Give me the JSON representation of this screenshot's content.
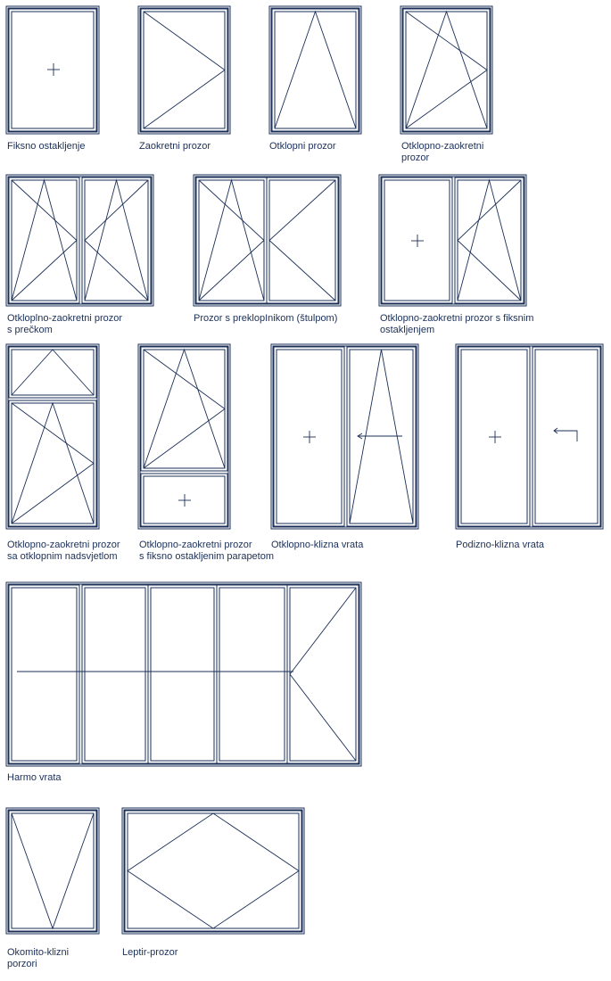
{
  "colors": {
    "line": "#1b2f57",
    "text": "#1b2f57",
    "background": "#ffffff"
  },
  "symbols": [
    {
      "id": "fixed",
      "label_lines": [
        "Fiksno ostakljenje"
      ]
    },
    {
      "id": "turn",
      "label_lines": [
        "Zaokretni prozor"
      ]
    },
    {
      "id": "tilt",
      "label_lines": [
        "Otklopni prozor"
      ]
    },
    {
      "id": "tilt-turn",
      "label_lines": [
        "Otklopno-zaokretni",
        "prozor"
      ]
    },
    {
      "id": "tilt-turn-mullion",
      "label_lines": [
        "Otkloplno-zaokretni prozor",
        "s prečkom"
      ]
    },
    {
      "id": "stulp",
      "label_lines": [
        "Prozor s preklopInikom (štulpom)"
      ]
    },
    {
      "id": "tilt-turn-fixed",
      "label_lines": [
        "Otklopno-zaokretni prozor s fiksnim",
        "ostakljenjem"
      ]
    },
    {
      "id": "tilt-turn-transom",
      "label_lines": [
        "Otklopno-zaokretni prozor",
        "sa otklopnim nadsvjetlom"
      ]
    },
    {
      "id": "tilt-turn-parapet",
      "label_lines": [
        "Otklopno-zaokretni prozor",
        "s fiksno ostakljenim parapetom"
      ]
    },
    {
      "id": "tilt-slide-door",
      "label_lines": [
        "Otklopno-klizna vrata"
      ]
    },
    {
      "id": "lift-slide-door",
      "label_lines": [
        "Podizno-klizna vrata"
      ]
    },
    {
      "id": "folding-door",
      "label_lines": [
        "Harmo vrata"
      ]
    },
    {
      "id": "vertical-slide",
      "label_lines": [
        "Okomito-klizni",
        "porzori"
      ]
    },
    {
      "id": "butterfly",
      "label_lines": [
        "Leptir-prozor"
      ]
    }
  ]
}
